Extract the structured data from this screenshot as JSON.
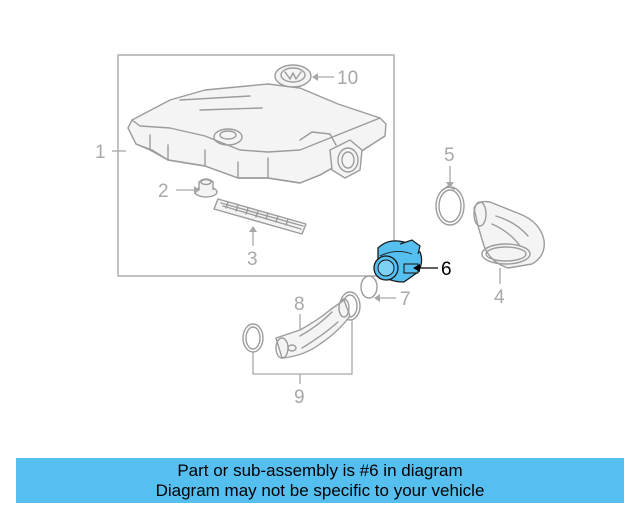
{
  "diagram": {
    "callouts": [
      "1",
      "2",
      "3",
      "4",
      "5",
      "6",
      "7",
      "8",
      "9",
      "10"
    ],
    "highlighted_callout": "6",
    "colors": {
      "highlight": "#55bff0",
      "banner": "#55bff0",
      "line_art": "#9c9c9c",
      "callout_text": "#a8a8a8"
    }
  },
  "banner": {
    "line1": "Part or sub-assembly is #6 in diagram",
    "line2": "Diagram may not be specific to your vehicle"
  }
}
